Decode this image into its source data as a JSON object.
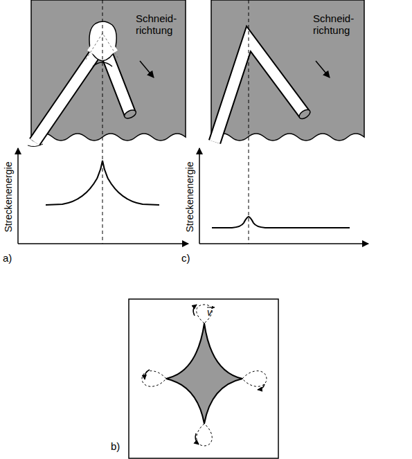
{
  "diagram": {
    "labels": [
      "Schneid- richtung",
      "Streckenenergie",
      "a)",
      "Schneid- richtung",
      "Streckenenergie",
      "c)",
      "v",
      "b)"
    ]
  }
}
